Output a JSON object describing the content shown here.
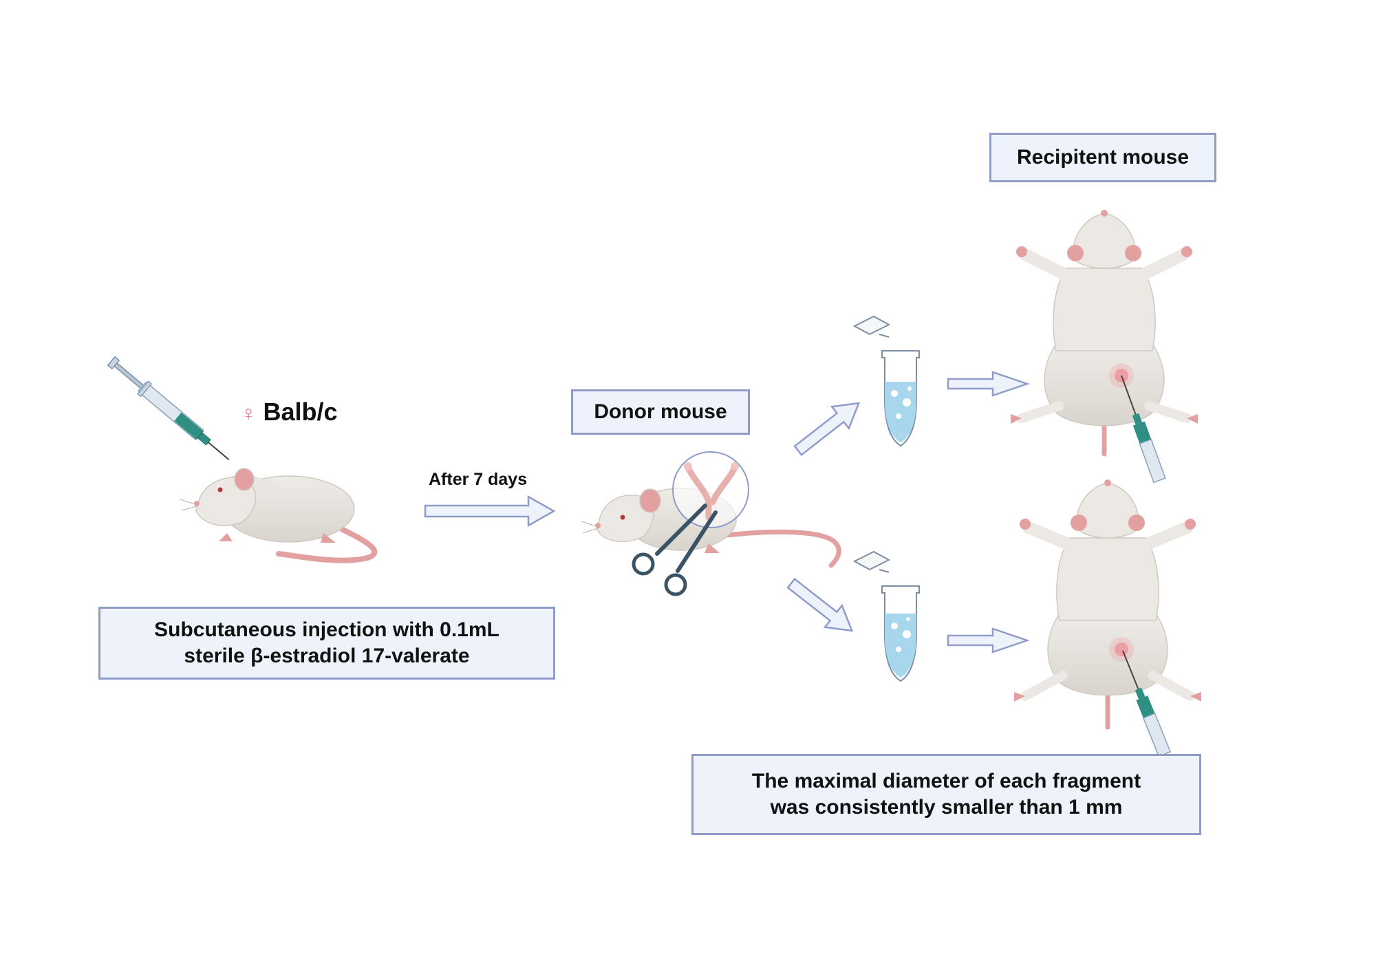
{
  "strain": {
    "symbol": "♀",
    "name": "Balb/c"
  },
  "step1": {
    "lines": [
      "Subcutaneous injection with 0.1mL",
      "sterile β-estradiol 17-valerate"
    ]
  },
  "transition": {
    "label": "After 7 days"
  },
  "donor": {
    "label": "Donor mouse"
  },
  "recipient": {
    "label": "Recipitent mouse"
  },
  "note": {
    "lines": [
      "The maximal diameter of each fragment",
      "was consistently smaller than 1 mm"
    ]
  },
  "colors": {
    "box_fill": "#eef2fa",
    "box_border": "#8f9cc9",
    "female_symbol": "#e07a86",
    "mouse_body": "#e9e6e1",
    "mouse_shade": "#d3cec7",
    "mouse_pink": "#e2a1a0",
    "tube_liquid": "#a8d6ec",
    "syringe_teal": "#2f8f83",
    "scissors": "#3a5466"
  }
}
